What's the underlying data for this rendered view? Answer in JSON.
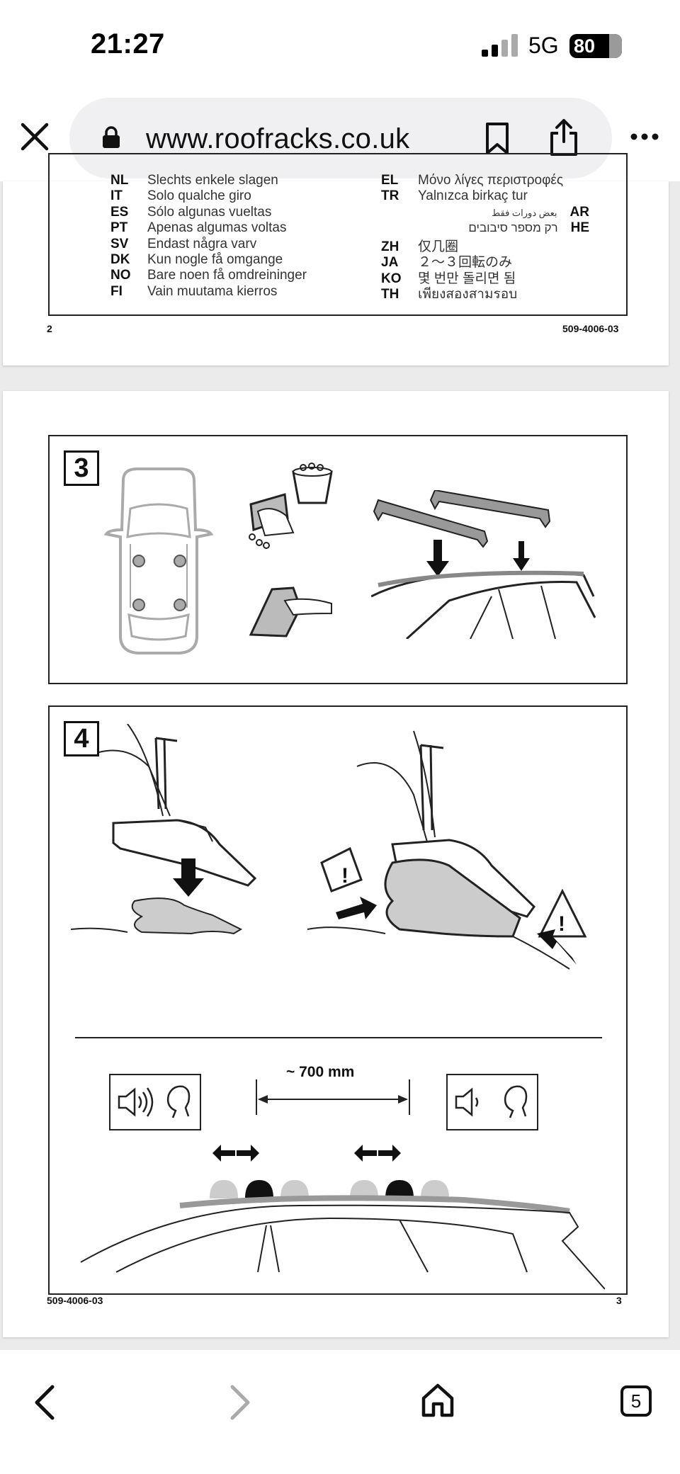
{
  "status_bar": {
    "time": "21:27",
    "network": "5G",
    "battery": "80",
    "icons": [
      "signal-icon",
      "battery-icon"
    ]
  },
  "browser": {
    "url": "www.roofracks.co.uk",
    "icons": [
      "close-icon",
      "lock-icon",
      "bookmark-icon",
      "share-icon",
      "more-icon"
    ]
  },
  "page1": {
    "left_rows": [
      {
        "code": "NL",
        "text": "Slechts enkele slagen"
      },
      {
        "code": "IT",
        "text": "Solo qualche giro"
      },
      {
        "code": "ES",
        "text": "Sólo algunas vueltas"
      },
      {
        "code": "PT",
        "text": "Apenas algumas voltas"
      },
      {
        "code": "SV",
        "text": "Endast några varv"
      },
      {
        "code": "DK",
        "text": "Kun nogle få omgange"
      },
      {
        "code": "NO",
        "text": "Bare noen få omdreininger"
      },
      {
        "code": "FI",
        "text": "Vain muutama kierros"
      }
    ],
    "right_rows": [
      {
        "code": "EL",
        "text": "Μόνο λίγες περιστροφές"
      },
      {
        "code": "TR",
        "text": "Yalnızca birkaç tur"
      },
      {
        "code": "ZH",
        "text": "仅几圈"
      },
      {
        "code": "JA",
        "text": "２～３回転のみ"
      },
      {
        "code": "KO",
        "text": "몇 번만 돌리면 됨"
      },
      {
        "code": "TH",
        "text": "เพียงสองสามรอบ"
      }
    ],
    "rtl_rows": [
      {
        "code": "AR",
        "text": "بعض دورات فقط"
      },
      {
        "code": "HE",
        "text": "רק מספר סיבובים"
      }
    ],
    "page_number": "2",
    "doc_code": "509-4006-03"
  },
  "page2": {
    "step3": "3",
    "step4": "4",
    "dimension": "~ 700 mm",
    "doc_code": "509-4006-03",
    "page_number": "3"
  },
  "bottom_bar": {
    "tab_count": "5",
    "icons": [
      "back-icon",
      "forward-icon",
      "home-icon",
      "tabs-icon"
    ]
  }
}
